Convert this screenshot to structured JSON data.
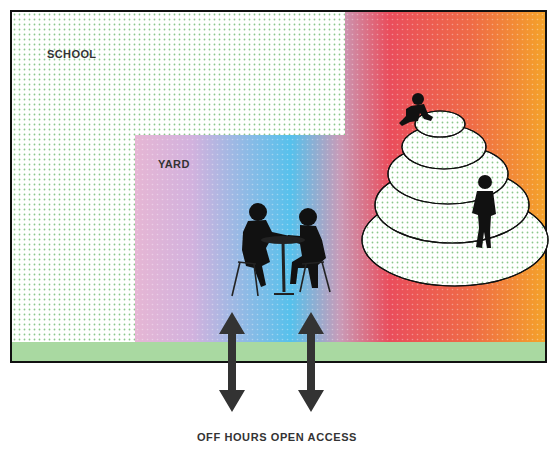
{
  "diagram": {
    "nodes": [
      {
        "text": [
          "SCHOOL"
        ]
      },
      {
        "text": [
          "YARD"
        ]
      }
    ],
    "labels": [
      "OFF HOURS OPEN ACCESS"
    ]
  }
}
